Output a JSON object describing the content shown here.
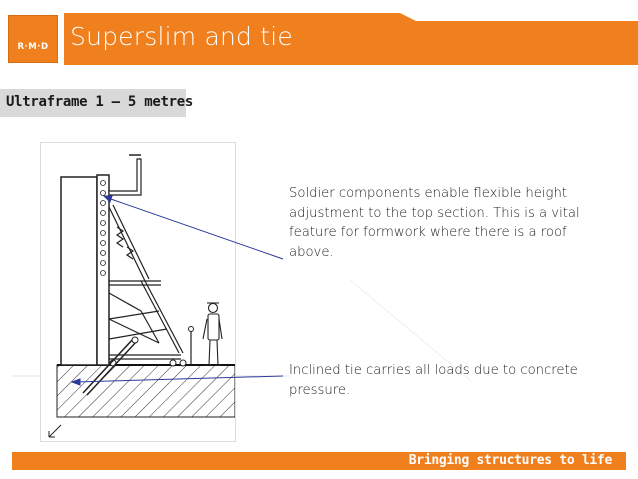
{
  "header": {
    "logo_text": "R·M·D",
    "title": "Superslim and tie"
  },
  "subtitle": "Ultraframe 1 – 5 metres",
  "captions": {
    "soldier": "Soldier components enable flexible height adjustment to the top section. This is a vital feature for formwork where there is a roof above.",
    "tie": "Inclined tie carries all loads due to concrete pressure."
  },
  "footer": {
    "tagline": "Bringing structures to life"
  },
  "colors": {
    "accent": "#f07f1e",
    "leader_line": "#2b3a9b",
    "subtitle_band": "#d9d9d9"
  }
}
